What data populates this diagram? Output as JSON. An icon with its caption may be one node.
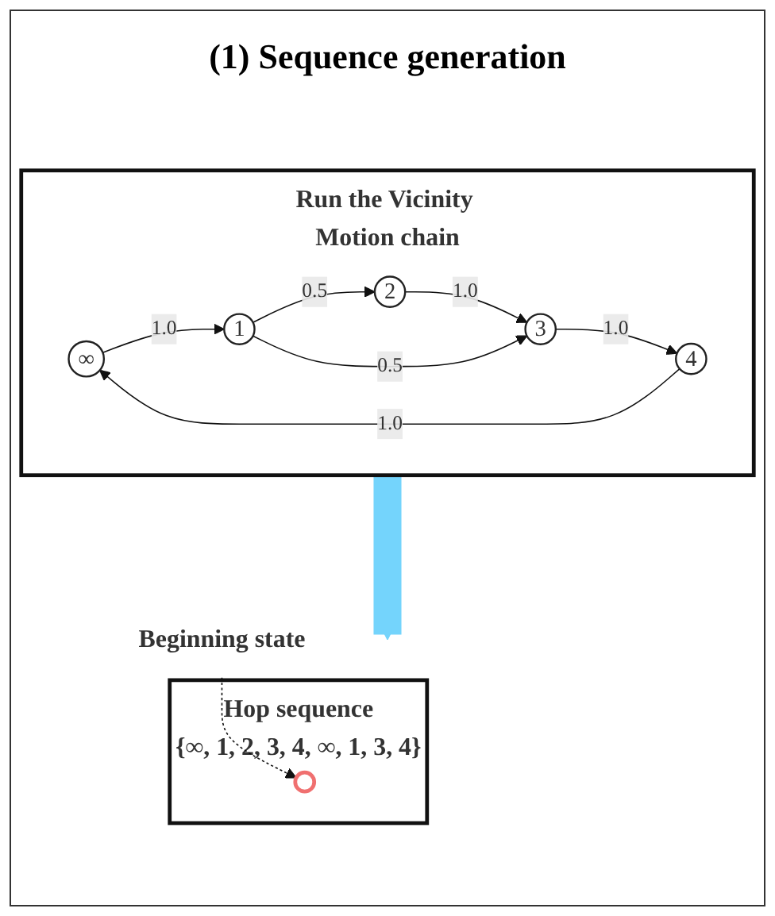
{
  "diagram": {
    "title": "(1) Sequence generation",
    "nodes": [
      {
        "text": [
          "Run the Vicinity Motion chain"
        ]
      },
      {
        "text": [
          "∞"
        ],
        "in": 0
      },
      {
        "text": [
          "1"
        ],
        "in": 0
      },
      {
        "text": [
          "2"
        ],
        "in": 0
      },
      {
        "text": [
          "3"
        ],
        "in": 0
      },
      {
        "text": [
          "4"
        ],
        "in": 0
      },
      {
        "text": [
          "Beginning state"
        ]
      },
      {
        "text": [
          "Hop sequence",
          "{∞, 1, 2, 3, 4, ∞, 1, 3, 4}"
        ]
      },
      {
        "text": [],
        "shape": "circle",
        "in": 7
      }
    ],
    "edges": [
      {
        "from": 1,
        "to": 2,
        "arrow": "to",
        "label": "1.0"
      },
      {
        "from": 2,
        "to": 3,
        "arrow": "to",
        "label": "0.5"
      },
      {
        "from": 3,
        "to": 4,
        "arrow": "to",
        "label": "1.0"
      },
      {
        "from": 4,
        "to": 5,
        "arrow": "to",
        "label": "1.0"
      },
      {
        "from": 2,
        "to": 4,
        "arrow": "to",
        "label": "0.5"
      },
      {
        "from": 5,
        "to": 1,
        "arrow": "to",
        "label": "1.0"
      },
      {
        "from": 0,
        "to": 7,
        "arrow": "to",
        "style": "thick",
        "color": "#74d4fc"
      },
      {
        "from": 6,
        "to": 8,
        "arrow": "to",
        "style": "dashed"
      }
    ]
  }
}
